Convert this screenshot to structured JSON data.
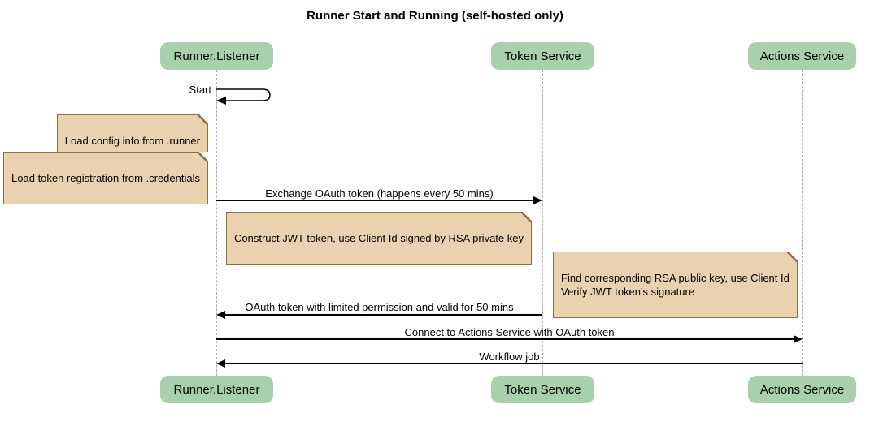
{
  "title": "Runner Start and Running (self-hosted only)",
  "colors": {
    "background": "#ffffff",
    "participant_fill": "#a8d1ab",
    "note_fill": "#ead1af",
    "note_border": "#8b6f47",
    "lifeline": "#ababab",
    "arrow": "#000000"
  },
  "participants": [
    {
      "name": "Runner.Listener"
    },
    {
      "name": "Token Service"
    },
    {
      "name": "Actions Service"
    }
  ],
  "self_message": {
    "label": "Start"
  },
  "notes": [
    {
      "text": "Load config info from .runner"
    },
    {
      "text": "Load token registration from .credentials"
    },
    {
      "text": "Construct JWT token, use Client Id signed by RSA private key"
    },
    {
      "text": "Find corresponding RSA public key, use Client Id\nVerify JWT token's signature"
    }
  ],
  "messages": [
    {
      "label": "Exchange OAuth token (happens every 50 mins)",
      "from": "Runner.Listener",
      "to": "Token Service",
      "direction": "right"
    },
    {
      "label": "OAuth token with limited permission and valid for 50 mins",
      "from": "Token Service",
      "to": "Runner.Listener",
      "direction": "left"
    },
    {
      "label": "Connect to Actions Service with OAuth token",
      "from": "Runner.Listener",
      "to": "Actions Service",
      "direction": "right"
    },
    {
      "label": "Workflow job",
      "from": "Actions Service",
      "to": "Runner.Listener",
      "direction": "left"
    }
  ]
}
